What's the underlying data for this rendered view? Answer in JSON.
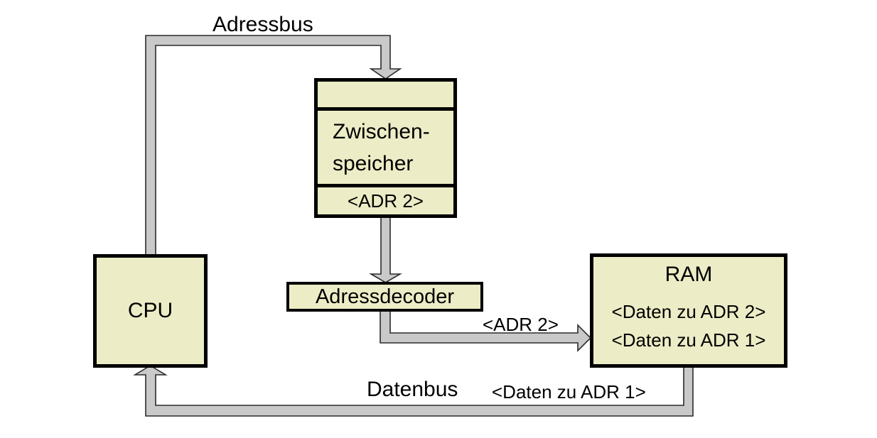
{
  "colors": {
    "background": "#ffffff",
    "box_fill": "#ececc6",
    "box_border": "#000000",
    "bus_fill": "#c9c9c9",
    "bus_outline": "#2b2b2b",
    "text": "#000000"
  },
  "labels": {
    "adressbus": "Adressbus",
    "datenbus": "Datenbus",
    "adr2_to_ram": "<ADR 2>",
    "daten_zu_adr1": "<Daten zu ADR 1>"
  },
  "nodes": {
    "cpu": {
      "label": "CPU"
    },
    "zwischenspeicher": {
      "line1": "Zwischen-",
      "line2": "speicher",
      "register": "<ADR 2>"
    },
    "adressdecoder": {
      "label": "Adressdecoder"
    },
    "ram": {
      "title": "RAM",
      "row1": "<Daten zu ADR 2>",
      "row2": "<Daten zu ADR 1>"
    }
  },
  "buses": [
    {
      "name": "Adressbus",
      "from": "CPU",
      "to": "Zwischenspeicher"
    },
    {
      "name": "Zwischenspeicher zu Adressdecoder",
      "from": "Zwischenspeicher",
      "to": "Adressdecoder"
    },
    {
      "name": "<ADR 2>",
      "from": "Adressdecoder",
      "to": "RAM"
    },
    {
      "name": "Datenbus",
      "from": "RAM",
      "to": "CPU",
      "payload": "<Daten zu ADR 1>"
    }
  ]
}
